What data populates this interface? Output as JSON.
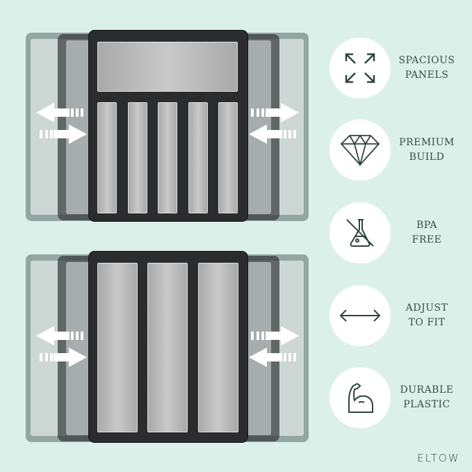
{
  "features": [
    {
      "icon": "expand-arrows-icon",
      "line1": "SPACIOUS",
      "line2": "PANELS"
    },
    {
      "icon": "diamond-icon",
      "line1": "PREMIUM",
      "line2": "BUILD"
    },
    {
      "icon": "no-bpa-flask-icon",
      "line1": "BPA",
      "line2": "FREE"
    },
    {
      "icon": "double-arrow-icon",
      "line1": "ADJUST",
      "line2": "TO FIT"
    },
    {
      "icon": "flexed-arm-icon",
      "line1": "DURABLE",
      "line2": "PLASTIC"
    }
  ],
  "brand": "ELTOW",
  "colors": {
    "background": "#dcf0ea",
    "tray": "#2b2c2d",
    "text": "#3a4a47"
  }
}
